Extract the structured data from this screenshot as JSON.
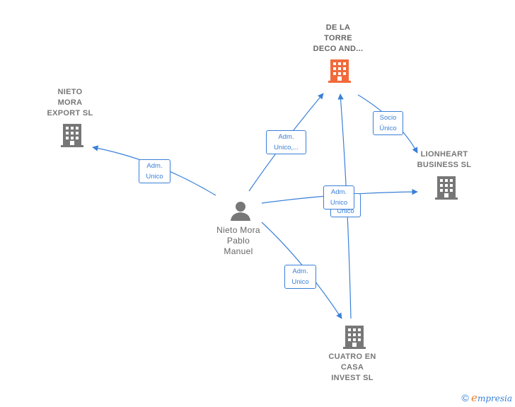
{
  "nodes": {
    "main_company": {
      "lines": [
        "DE LA",
        "TORRE",
        "DECO AND..."
      ]
    },
    "nieto_export": {
      "lines": [
        "NIETO",
        "MORA",
        "EXPORT SL"
      ]
    },
    "lionheart": {
      "lines": [
        "LIONHEART",
        "BUSINESS  SL"
      ]
    },
    "cuatro": {
      "lines": [
        "CUATRO EN",
        "CASA",
        "INVEST SL"
      ]
    },
    "person": {
      "lines": [
        "Nieto Mora",
        "Pablo",
        "Manuel"
      ]
    }
  },
  "edges": {
    "to_main": {
      "lines": [
        "Adm.",
        "Unico,..."
      ]
    },
    "to_export": {
      "lines": [
        "Adm.",
        "Unico"
      ]
    },
    "main_to_lionheart": {
      "lines": [
        "Socio",
        "Único"
      ]
    },
    "to_lionheart": {
      "lines": [
        "Adm.",
        "Unico"
      ]
    },
    "cuatro_to_main": {
      "lines": [
        "Unico"
      ]
    },
    "to_cuatro": {
      "lines": [
        "Adm.",
        "Unico"
      ]
    }
  },
  "footer": {
    "copyright": "©",
    "brand_e": "e",
    "brand_rest": "mpresia"
  },
  "colors": {
    "edge": "#3a80d9",
    "main_icon": "#f26a3b",
    "icon": "#777777"
  }
}
